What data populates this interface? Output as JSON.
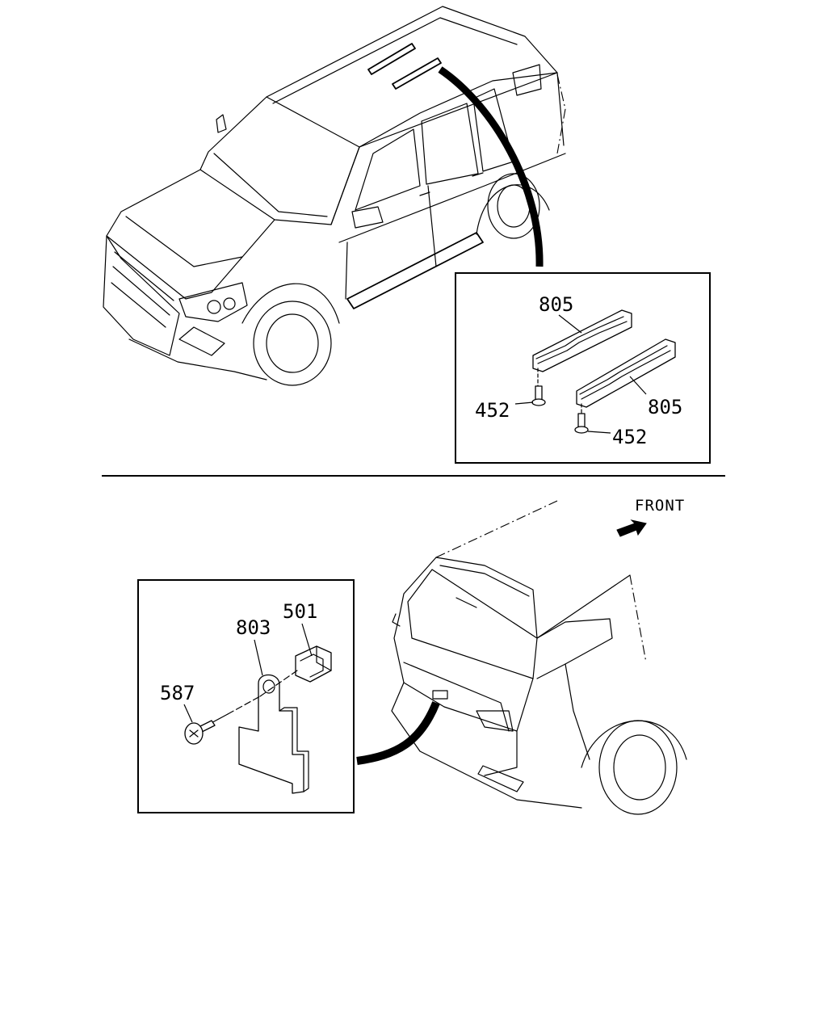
{
  "labels": {
    "top_upper_805": "805",
    "top_lower_805": "805",
    "top_upper_452": "452",
    "top_lower_452": "452",
    "bottom_501": "501",
    "bottom_803": "803",
    "bottom_587": "587",
    "front": "FRONT"
  }
}
